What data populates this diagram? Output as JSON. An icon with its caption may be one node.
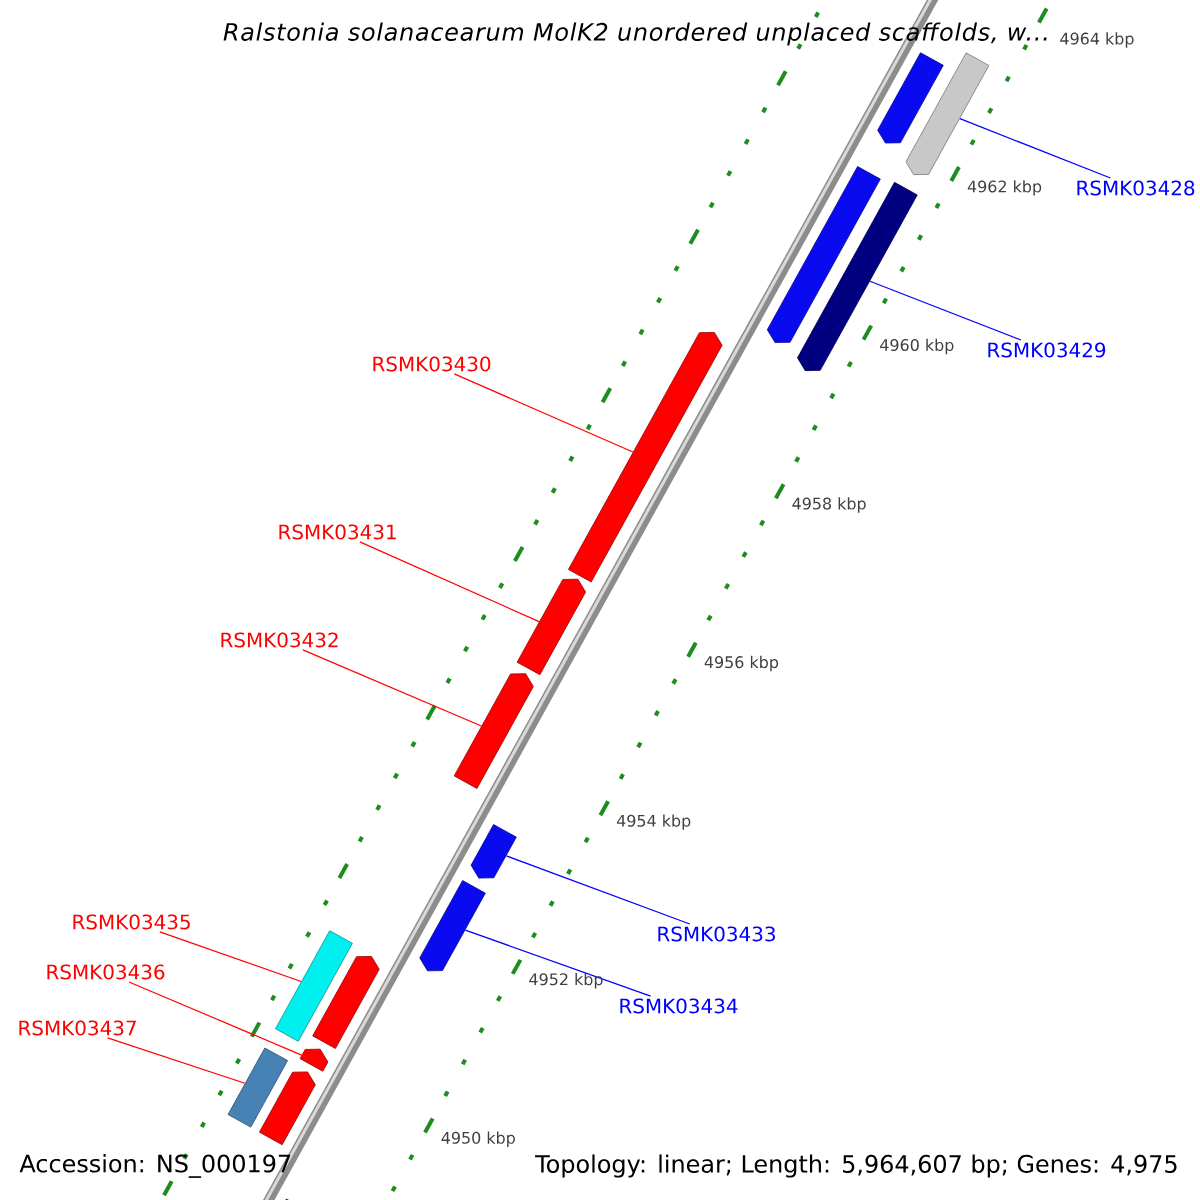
{
  "diagram": {
    "title": "Ralstonia solanacearum MolK2 unordered unplaced scaffolds, w...",
    "nodes": [
      {
        "text": [
          "RSMK03428"
        ]
      },
      {
        "text": [
          "RSMK03429"
        ]
      },
      {
        "text": [
          "RSMK03430"
        ]
      },
      {
        "text": [
          "RSMK03431"
        ]
      },
      {
        "text": [
          "RSMK03432"
        ]
      },
      {
        "text": [
          "RSMK03435"
        ]
      },
      {
        "text": [
          "RSMK03433"
        ]
      },
      {
        "text": [
          "RSMK03436"
        ]
      },
      {
        "text": [
          "RSMK03434"
        ]
      },
      {
        "text": [
          "RSMK03437"
        ]
      },
      {
        "text": [],
        "shape": "bar"
      },
      {
        "text": [],
        "shape": "bar"
      },
      {
        "text": [],
        "shape": "bar"
      },
      {
        "text": [],
        "shape": "bar"
      },
      {
        "text": [],
        "shape": "bar"
      },
      {
        "text": [],
        "shape": "bar"
      },
      {
        "text": [],
        "shape": "bar"
      },
      {
        "text": [],
        "shape": "bar"
      },
      {
        "text": [],
        "shape": "bar"
      },
      {
        "text": [],
        "shape": "bar"
      },
      {
        "text": [],
        "shape": "bar"
      },
      {
        "text": [],
        "shape": "bar"
      },
      {
        "text": [],
        "shape": "bar"
      },
      {
        "text": [],
        "shape": "bar"
      },
      {
        "text": [],
        "shape": "bar"
      }
    ],
    "edges": [
      {
        "from": 0,
        "to": 11,
        "arrow": "none",
        "color": "#0000ff"
      },
      {
        "from": 1,
        "to": 13,
        "arrow": "none",
        "color": "#0000ff"
      },
      {
        "from": 2,
        "to": 14,
        "arrow": "none"
      },
      {
        "from": 3,
        "to": 15,
        "arrow": "none"
      },
      {
        "from": 4,
        "to": 16,
        "arrow": "none"
      },
      {
        "from": 5,
        "to": 19,
        "arrow": "none"
      },
      {
        "from": 6,
        "to": 17,
        "arrow": "none",
        "color": "#0000ff"
      },
      {
        "from": 7,
        "to": 21,
        "arrow": "none"
      },
      {
        "from": 8,
        "to": 18,
        "arrow": "none",
        "color": "#0000ff"
      },
      {
        "from": 9,
        "to": 22,
        "arrow": "none"
      }
    ],
    "labels": [
      "4964 kbp",
      "4962 kbp",
      "4960 kbp",
      "4958 kbp",
      "4956 kbp",
      "4954 kbp",
      "4952 kbp",
      "4950 kbp",
      "Accession: NS_000197",
      "Topology: linear; Length: 5,964,607 bp; Genes: 4,975"
    ]
  }
}
